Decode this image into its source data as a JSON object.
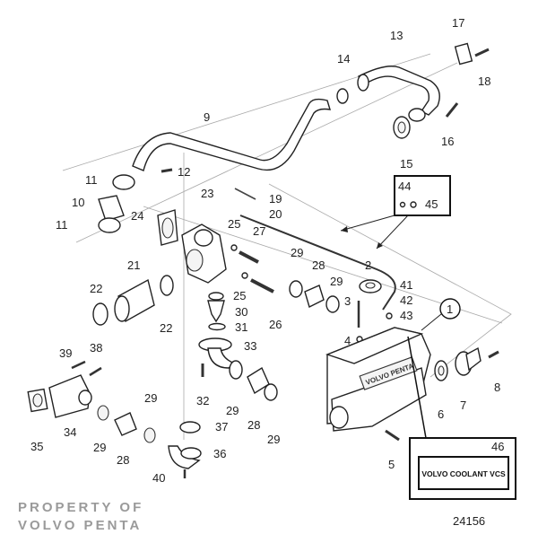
{
  "diagram": {
    "title": "Volvo Penta coolant expansion tank and hoses - exploded parts view",
    "figure_number": "24156",
    "watermark": {
      "line1": "PROPERTY OF",
      "line2": "VOLVO PENTA"
    },
    "callouts": [
      {
        "id": "1",
        "circled": true
      },
      {
        "id": "2"
      },
      {
        "id": "3"
      },
      {
        "id": "4"
      },
      {
        "id": "5"
      },
      {
        "id": "6"
      },
      {
        "id": "7"
      },
      {
        "id": "8"
      },
      {
        "id": "9"
      },
      {
        "id": "10"
      },
      {
        "id": "11"
      },
      {
        "id": "12"
      },
      {
        "id": "13"
      },
      {
        "id": "14"
      },
      {
        "id": "15"
      },
      {
        "id": "16"
      },
      {
        "id": "17"
      },
      {
        "id": "18"
      },
      {
        "id": "19"
      },
      {
        "id": "20"
      },
      {
        "id": "21"
      },
      {
        "id": "22"
      },
      {
        "id": "23"
      },
      {
        "id": "24"
      },
      {
        "id": "25"
      },
      {
        "id": "26"
      },
      {
        "id": "27"
      },
      {
        "id": "28"
      },
      {
        "id": "29"
      },
      {
        "id": "30"
      },
      {
        "id": "31"
      },
      {
        "id": "32"
      },
      {
        "id": "33"
      },
      {
        "id": "34"
      },
      {
        "id": "35"
      },
      {
        "id": "36"
      },
      {
        "id": "37"
      },
      {
        "id": "38"
      },
      {
        "id": "39"
      },
      {
        "id": "40"
      },
      {
        "id": "41"
      },
      {
        "id": "42"
      },
      {
        "id": "43"
      },
      {
        "id": "44"
      },
      {
        "id": "45"
      },
      {
        "id": "46"
      }
    ],
    "labels": {
      "l1": "1",
      "l2": "2",
      "l3": "3",
      "l4": "4",
      "l5": "5",
      "l6": "6",
      "l7": "7",
      "l8": "8",
      "l9": "9",
      "l10": "10",
      "l11a": "11",
      "l11b": "11",
      "l12": "12",
      "l13": "13",
      "l14": "14",
      "l15": "15",
      "l16": "16",
      "l17": "17",
      "l18": "18",
      "l19": "19",
      "l20": "20",
      "l21": "21",
      "l22a": "22",
      "l22b": "22",
      "l23": "23",
      "l24": "24",
      "l25a": "25",
      "l25b": "25",
      "l26": "26",
      "l27": "27",
      "l28a": "28",
      "l28b": "28",
      "l28c": "28",
      "l29a": "29",
      "l29b": "29",
      "l29c": "29",
      "l29d": "29",
      "l29e": "29",
      "l29f": "29",
      "l30": "30",
      "l31": "31",
      "l32": "32",
      "l33": "33",
      "l34": "34",
      "l35": "35",
      "l36": "36",
      "l37": "37",
      "l38": "38",
      "l39": "39",
      "l40": "40",
      "l41": "41",
      "l42": "42",
      "l43": "43",
      "l44": "44",
      "l45": "45",
      "l46": "46"
    },
    "decal_text": "VOLVO COOLANT VCS",
    "tank_badge": "VOLVO PENTA"
  }
}
